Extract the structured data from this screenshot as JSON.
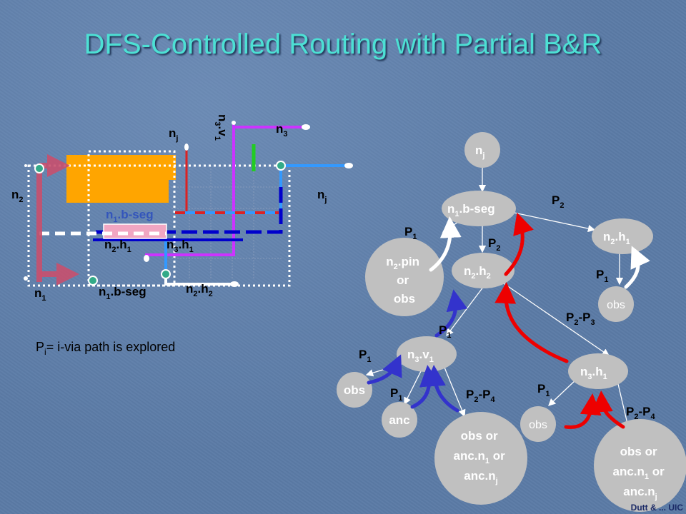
{
  "slide": {
    "title": "DFS-Controlled Routing with Partial B&R"
  },
  "left_diagram": {
    "label_nj_top": {
      "base": "n",
      "sub": "j"
    },
    "label_n3v1": {
      "base": "n",
      "sub1": "3",
      "mid": ".v",
      "sub2": "1"
    },
    "label_n3_top": {
      "base": "n",
      "sub": "3"
    },
    "label_n2": {
      "base": "n",
      "sub": "2"
    },
    "label_nj_right": {
      "base": "n",
      "sub": "j"
    },
    "label_n1_bseg_mid": {
      "base": "n",
      "sub": "1",
      "rest": ".b-seg"
    },
    "label_n2h1": {
      "base": "n",
      "sub1": "2",
      "mid": ".h",
      "sub2": "1"
    },
    "label_n3h1": {
      "base": "n",
      "sub1": "3",
      "mid": ".h",
      "sub2": "1"
    },
    "label_n1": {
      "base": "n",
      "sub": "1"
    },
    "label_n1_bseg_bottom": {
      "base": "n",
      "sub": "1",
      "rest": ".b-seg"
    },
    "label_n2h2": {
      "base": "n",
      "sub1": "2",
      "mid": ".h",
      "sub2": "2"
    },
    "legend": {
      "base": "P",
      "sub": "i",
      "rest": "= i-via path is explored"
    }
  },
  "tree": {
    "nj": {
      "base": "n",
      "sub": "j"
    },
    "n1bseg": {
      "base": "n",
      "sub": "1",
      "rest": ".b-seg"
    },
    "n2pin": {
      "line1_base": "n",
      "line1_sub": "2",
      "line1_rest": ".pin",
      "line2": "or",
      "line3": "obs"
    },
    "n2h2": {
      "base": "n",
      "sub1": "2",
      "mid": ".h",
      "sub2": "2"
    },
    "n2h1": {
      "base": "n",
      "sub1": "2",
      "mid": ".h",
      "sub2": "1"
    },
    "obs_right": "obs",
    "n3v1": {
      "base": "n",
      "sub1": "3",
      "mid": ".v",
      "sub2": "1"
    },
    "n3h1": {
      "base": "n",
      "sub1": "3",
      "mid": ".h",
      "sub2": "1"
    },
    "obs_left": "obs",
    "anc": "anc",
    "obs_mid": "obs",
    "big1": {
      "line1": "obs  or",
      "line2_base": "anc.n",
      "line2_sub": "1",
      "line2_rest": "  or",
      "line3_base": "anc.n",
      "line3_sub": "j"
    },
    "big2": {
      "line1": "obs  or",
      "line2_base": "anc.n",
      "line2_sub": "1",
      "line2_rest": "  or",
      "line3_base": "anc.n",
      "line3_sub": "j"
    }
  },
  "edge_labels": {
    "P": "P",
    "one": "1",
    "two": "2",
    "three": "3",
    "four": "4",
    "dash": "-"
  },
  "footer": "Dutt & ... UIC",
  "colors": {
    "title": "#4de0d4",
    "background": "#5b7ba6",
    "orange": "#ffa500",
    "blue_wire": "#3399ff",
    "dark_blue_wire": "#0000cc",
    "red_wire": "#dd2222",
    "magenta_wire": "#cc33ff",
    "green_wire": "#22cc22",
    "pink_arrow": "#c8506e",
    "node_fill": "#c0c0c0",
    "backtrack_red": "#ee0000",
    "backtrack_blue": "#3333cc"
  }
}
